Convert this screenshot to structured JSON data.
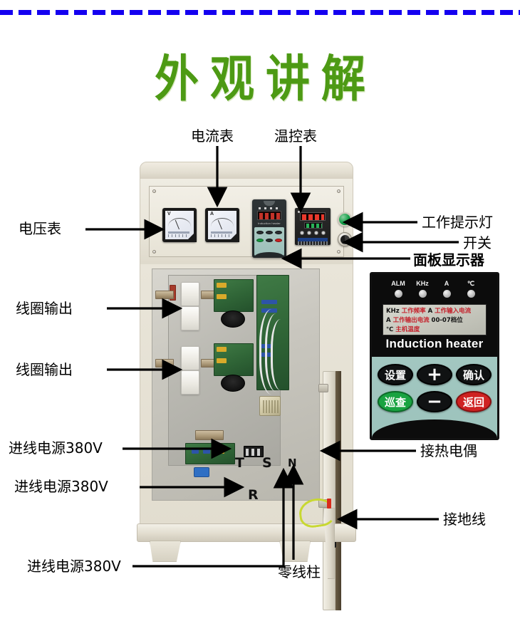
{
  "title": "外观讲解",
  "accent": {
    "title_green": "#4d9a14",
    "rule_blue": "#1400f0",
    "lamp_green": "#0f9b44",
    "key_green": "#19a341",
    "key_red": "#cf2222",
    "lcd_red": "#c4202a",
    "panel_teal": "#9cc3bc"
  },
  "callouts": {
    "ammeter": "电流表",
    "temp_meter": "温控表",
    "voltmeter": "电压表",
    "work_lamp": "工作提示灯",
    "switch": "开关",
    "panel_display": "面板显示器",
    "coil_output_1": "线圈输出",
    "coil_output_2": "线圈输出",
    "power_in_1": "进线电源380V",
    "power_in_2": "进线电源380V",
    "power_in_3": "进线电源380V",
    "thermocouple": "接热电偶",
    "ground_wire": "接地线",
    "neutral_post": "零线柱"
  },
  "terminal_marks": {
    "t": "T",
    "s": "S",
    "r": "R",
    "n": "N"
  },
  "meters": {
    "voltmeter_letter": "V",
    "ammeter_letter": "A"
  },
  "panel": {
    "brand": "Induction heater",
    "indicators": [
      {
        "name": "ALM"
      },
      {
        "name": "KHz"
      },
      {
        "name": "A"
      },
      {
        "name": "℃"
      }
    ],
    "lcd_lines": [
      [
        {
          "text": "KHz",
          "color": "black"
        },
        {
          "text": "工作频率",
          "color": "red"
        },
        {
          "text": "A",
          "color": "black"
        },
        {
          "text": "工作输入电流",
          "color": "red"
        }
      ],
      [
        {
          "text": "A",
          "color": "black"
        },
        {
          "text": "工作输出电流",
          "color": "red"
        },
        {
          "text": "00-07档位",
          "color": "black"
        }
      ],
      [
        {
          "text": "℃",
          "color": "black"
        },
        {
          "text": "主机温度",
          "color": "red"
        }
      ]
    ],
    "keys": [
      {
        "label": "设置",
        "style": "black"
      },
      {
        "label": "+",
        "style": "black"
      },
      {
        "label": "确认",
        "style": "black"
      },
      {
        "label": "巡查",
        "style": "green"
      },
      {
        "label": "−",
        "style": "black"
      },
      {
        "label": "返回",
        "style": "red"
      }
    ]
  }
}
